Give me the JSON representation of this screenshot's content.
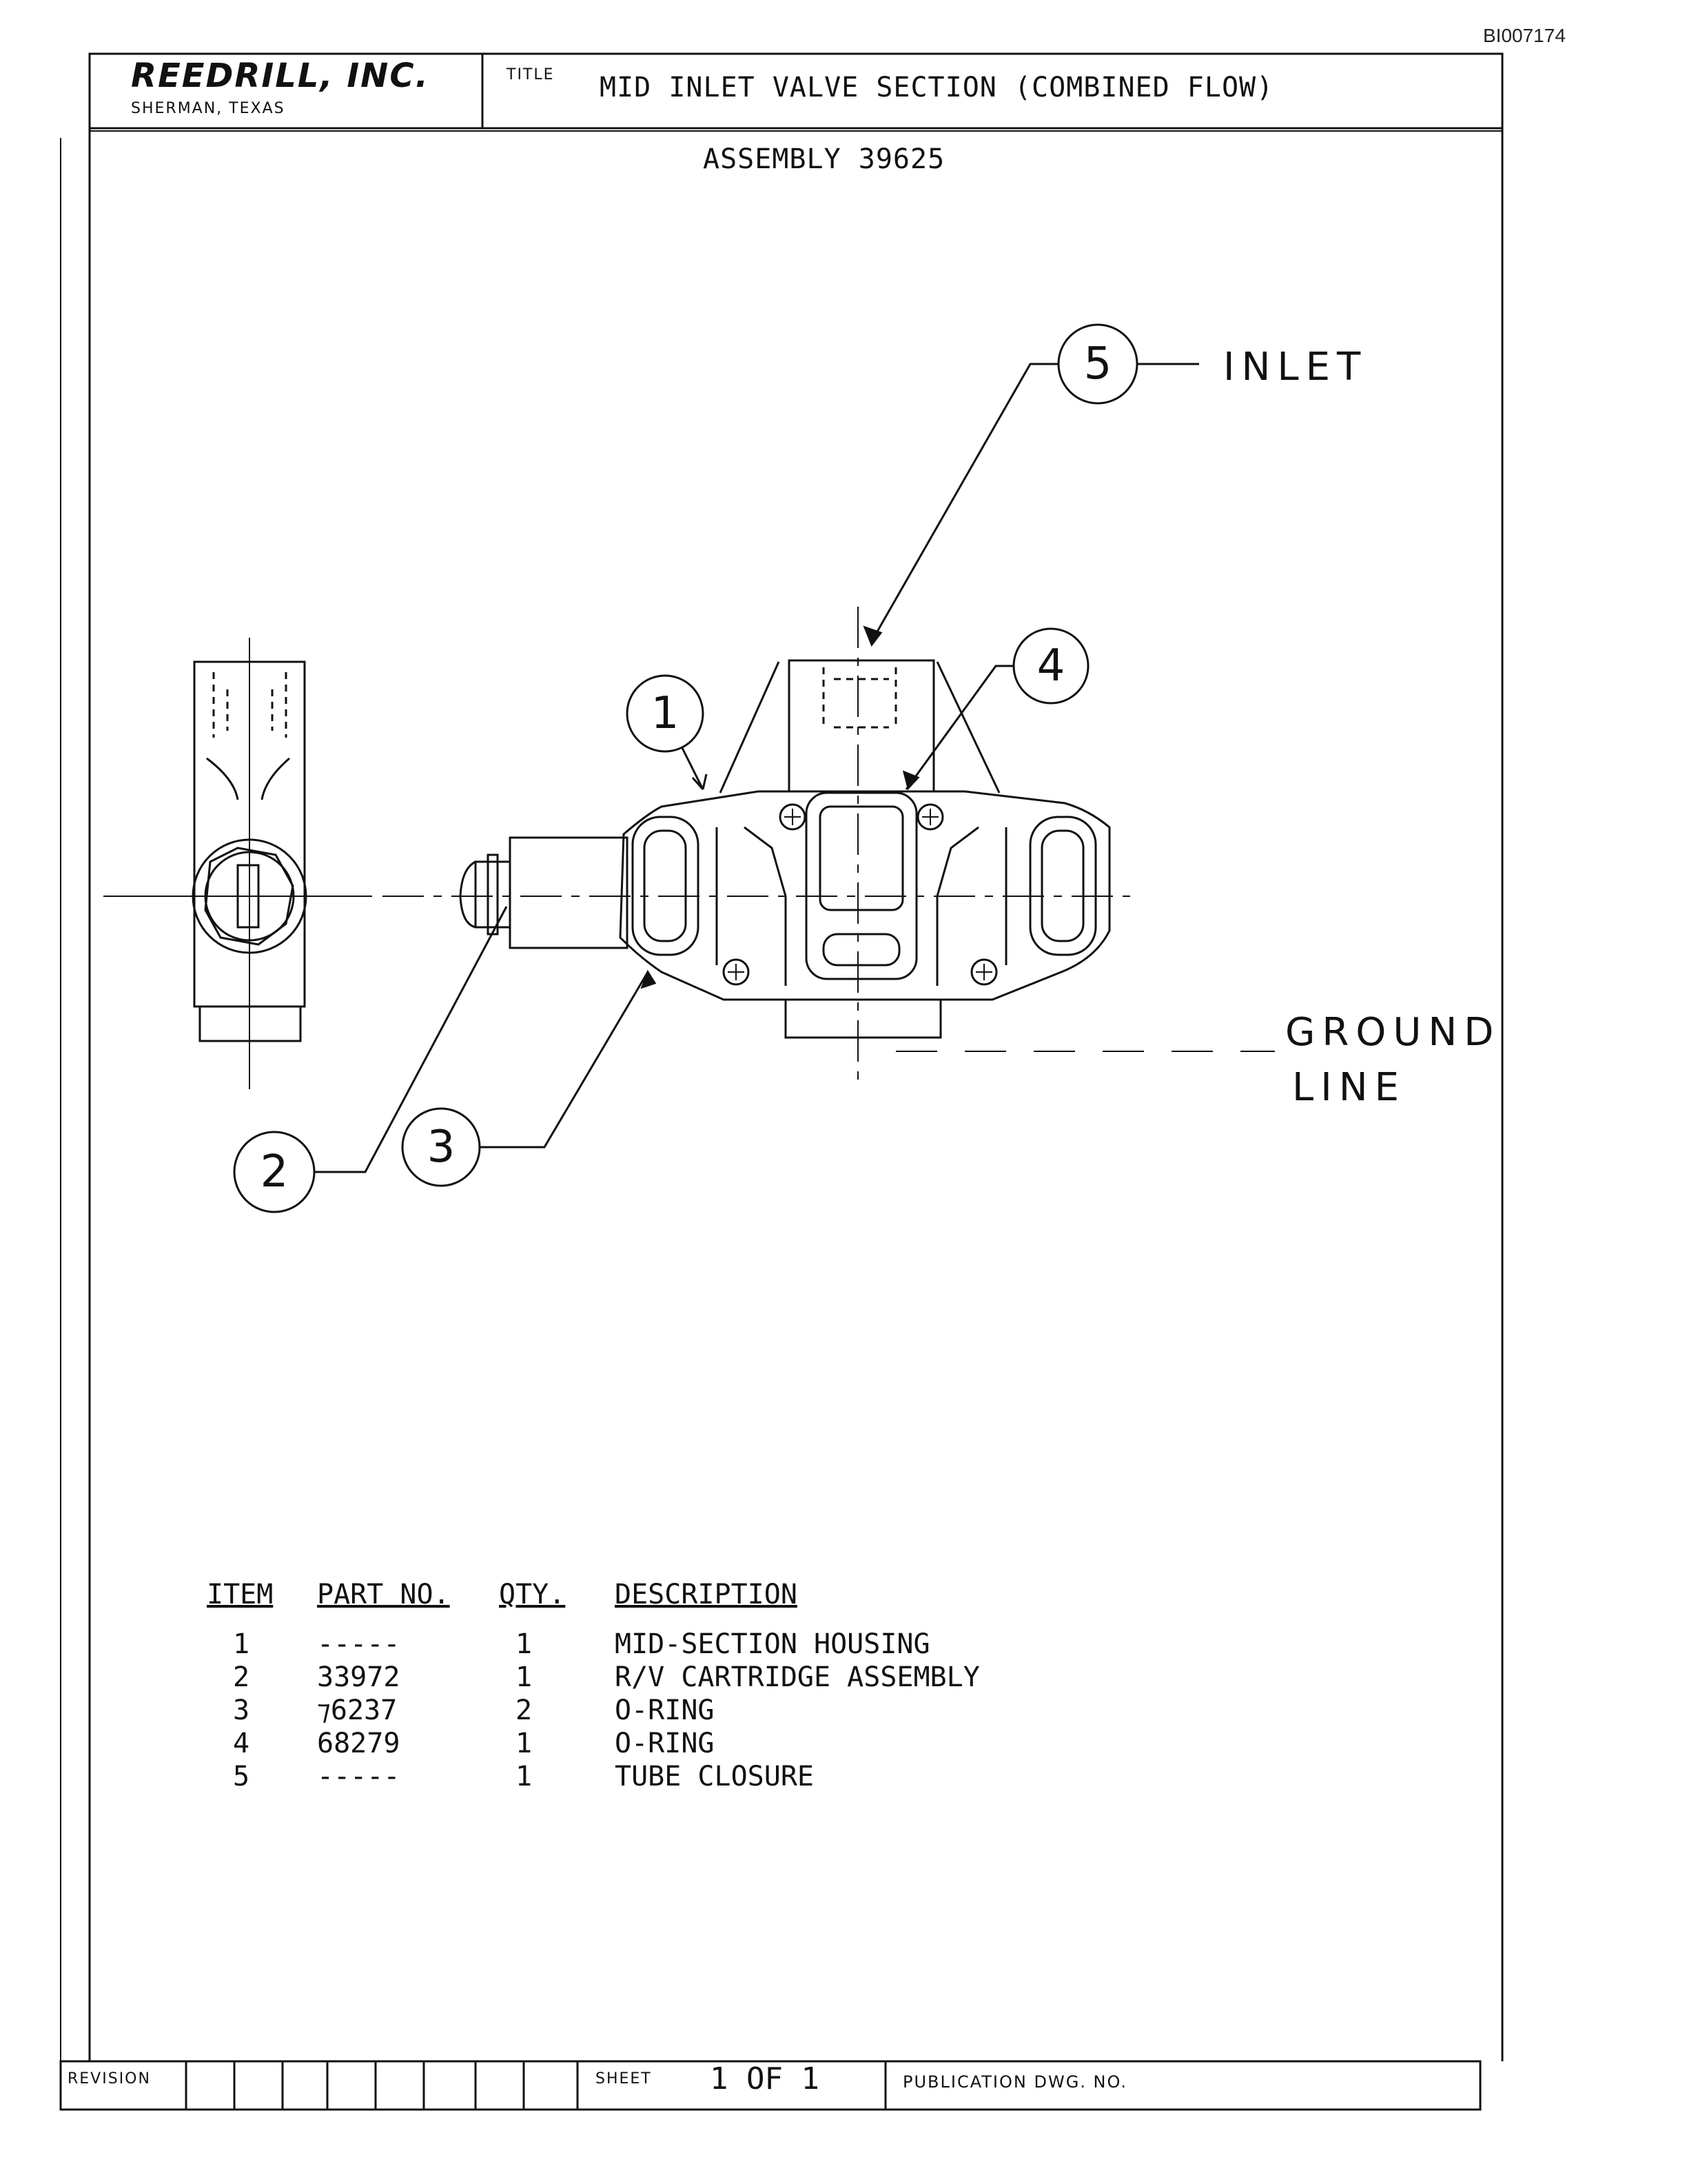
{
  "doc_id": "BI007174",
  "company": {
    "name": "REEDRILL, INC.",
    "location": "SHERMAN, TEXAS"
  },
  "title_block": {
    "label": "TITLE",
    "title": "MID INLET VALVE SECTION (COMBINED FLOW)"
  },
  "assembly": "ASSEMBLY 39625",
  "drawing": {
    "callouts": [
      "1",
      "2",
      "3",
      "4",
      "5"
    ],
    "labels": {
      "inlet": "INLET",
      "ground": "GROUND",
      "line": "LINE"
    }
  },
  "parts_table": {
    "headers": {
      "item": "ITEM",
      "part_no": "PART NO.",
      "qty": "QTY.",
      "description": "DESCRIPTION"
    },
    "rows": [
      {
        "item": "1",
        "part_no": "-----",
        "qty": "1",
        "description": "MID-SECTION HOUSING"
      },
      {
        "item": "2",
        "part_no": "33972",
        "qty": "1",
        "description": "R/V CARTRIDGE ASSEMBLY"
      },
      {
        "item": "3",
        "part_no": "⁊6237",
        "qty": "2",
        "description": "O-RING"
      },
      {
        "item": "4",
        "part_no": "68279",
        "qty": "1",
        "description": "O-RING"
      },
      {
        "item": "5",
        "part_no": "-----",
        "qty": "1",
        "description": "TUBE CLOSURE"
      }
    ]
  },
  "footer": {
    "revision_label": "REVISION",
    "sheet_label": "SHEET",
    "sheet_value": "1 OF 1",
    "publication_label": "PUBLICATION DWG. NO."
  }
}
